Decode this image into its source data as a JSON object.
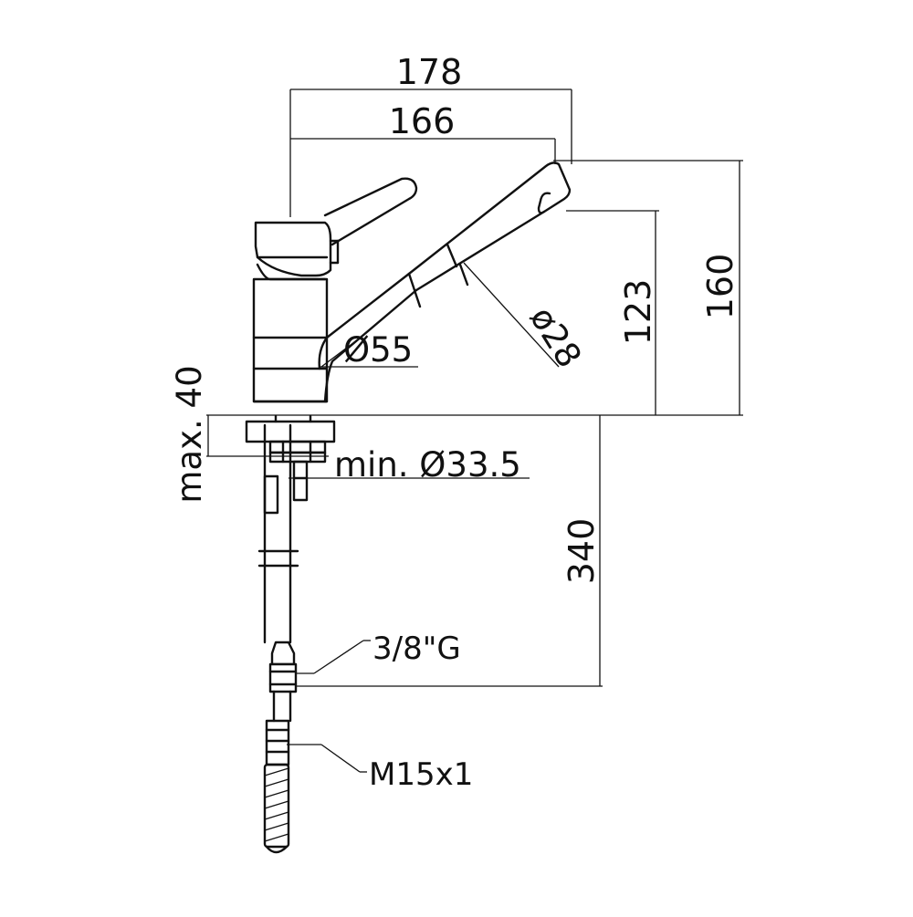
{
  "drawing": {
    "subject": "kitchen mixer faucet technical drawing",
    "dimensions": {
      "overall_reach": "178",
      "spout_reach": "166",
      "total_height": "160",
      "spout_height": "123",
      "body_diameter": "Ø55",
      "spray_diameter": "ø28",
      "deck_thickness": "max. 40",
      "hole_diameter": "min. Ø33.5",
      "hose_length": "340"
    },
    "connections": {
      "inlet_thread": "3/8\"G",
      "outlet_thread": "M15x1"
    }
  }
}
